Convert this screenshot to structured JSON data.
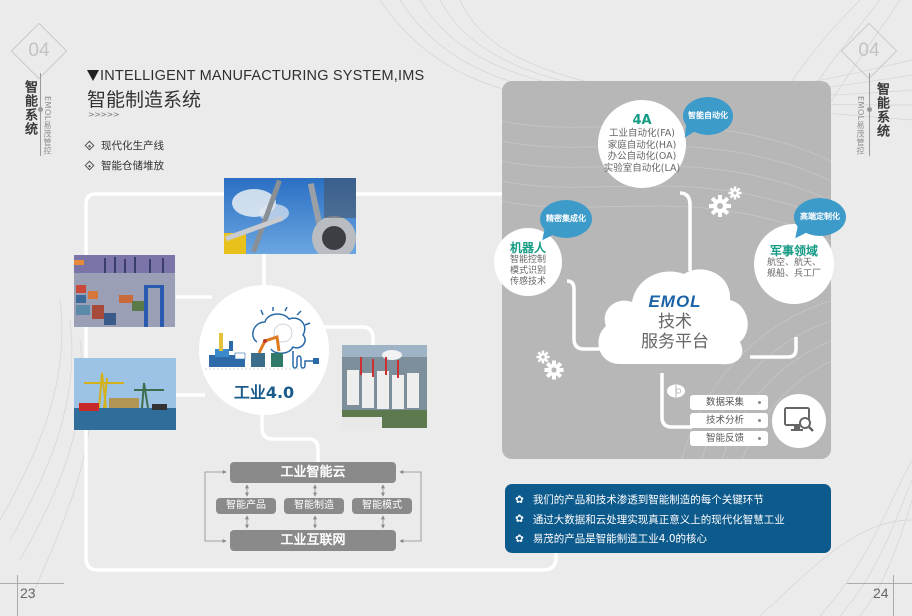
{
  "left_page": {
    "badge_number": "04",
    "side_title": "智能系统",
    "side_subtitle": "EMOL易茂管控",
    "title_en": "INTELLIGENT MANUFACTURING SYSTEM,IMS",
    "title_cn": "智能制造系统",
    "arrows": ">>>>>",
    "bullets": [
      "现代化生产线",
      "智能仓储堆放"
    ],
    "center_label": "工业4.0",
    "diagram": {
      "top": "工业智能云",
      "middle": [
        "智能产品",
        "智能制造",
        "智能模式"
      ],
      "bottom": "工业互联网"
    },
    "page_number": "23"
  },
  "right_page": {
    "badge_number": "04",
    "side_title": "智能系统",
    "side_subtitle": "EMOL易茂管控",
    "automation": {
      "title": "4A",
      "bubble": "智能自动化",
      "lines": [
        "工业自动化(FA)",
        "家庭自动化(HA)",
        "办公自动化(OA)",
        "实验室自动化(LA)"
      ]
    },
    "robot": {
      "title": "机器人",
      "bubble": "精密集成化",
      "lines": [
        "智能控制",
        "模式识别",
        "传感技术"
      ]
    },
    "military": {
      "title": "军事领域",
      "bubble": "高端定制化",
      "lines": [
        "航空、航天、",
        "舰船、兵工厂"
      ]
    },
    "cloud": {
      "brand": "EMOL",
      "line1": "技术",
      "line2": "服务平台"
    },
    "services": [
      "数据采集",
      "技术分析",
      "智能反馈"
    ],
    "info_points": [
      "我们的产品和技术渗透到智能制造的每个关键环节",
      "通过大数据和云处理实现真正意义上的现代化智慧工业",
      "易茂的产品是智能制造工业4.0的核心"
    ],
    "page_number": "24"
  },
  "colors": {
    "background": "#ecebeb",
    "panel": "#b7b7b7",
    "bubble_blue": "#3d9bca",
    "teal_title": "#169b85",
    "info_box": "#0d5a8c",
    "brand_blue": "#1a63a6",
    "diagram_gray": "#8a8a8a"
  }
}
